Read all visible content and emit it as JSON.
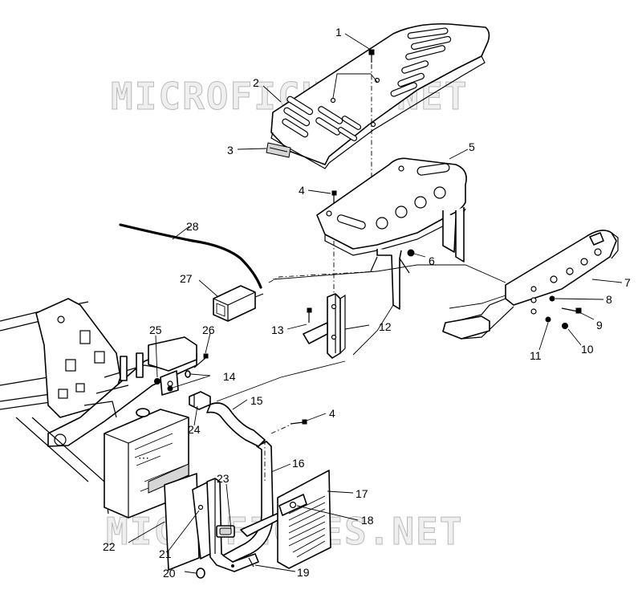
{
  "watermarks": [
    "MICROFICHES.NET",
    "MICROFICHES.NET"
  ],
  "callouts": [
    "1",
    "2",
    "3",
    "4",
    "5",
    "4",
    "6",
    "7",
    "8",
    "9",
    "10",
    "11",
    "12",
    "13",
    "14",
    "15",
    "16",
    "17",
    "18",
    "19",
    "20",
    "21",
    "22",
    "23",
    "24",
    "25",
    "26",
    "27",
    "28"
  ]
}
